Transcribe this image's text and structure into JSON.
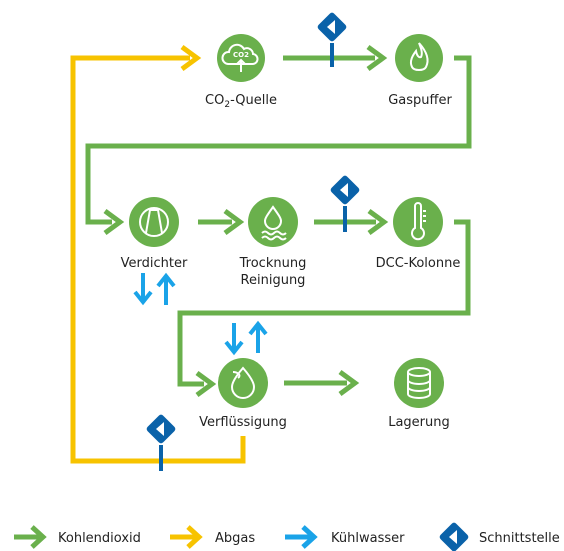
{
  "colors": {
    "co2": "#6ab04c",
    "exhaust": "#f7c300",
    "cooling": "#1aa3e8",
    "interface": "#0a62a9"
  },
  "nodes": {
    "co2_source": {
      "label_prefix": "CO",
      "label_sub": "2",
      "label_suffix": "-Quelle",
      "icon": "co2-cloud-icon",
      "icon_text": "CO2"
    },
    "gas_buffer": {
      "label": "Gaspuffer",
      "icon": "flame-icon"
    },
    "compressor": {
      "label": "Verdichter",
      "icon": "compressor-icon"
    },
    "drying": {
      "label_line1": "Trocknung",
      "label_line2": "Reinigung",
      "icon": "water-drop-icon"
    },
    "dcc_column": {
      "label": "DCC-Kolonne",
      "icon": "thermometer-icon"
    },
    "liquefaction": {
      "label": "Verflüssigung",
      "icon": "liquid-drop-icon"
    },
    "storage": {
      "label": "Lagerung",
      "icon": "storage-tank-icon"
    }
  },
  "legend": {
    "co2": "Kohlendioxid",
    "exhaust": "Abgas",
    "cooling": "Kühlwasser",
    "interface": "Schnittstelle"
  }
}
